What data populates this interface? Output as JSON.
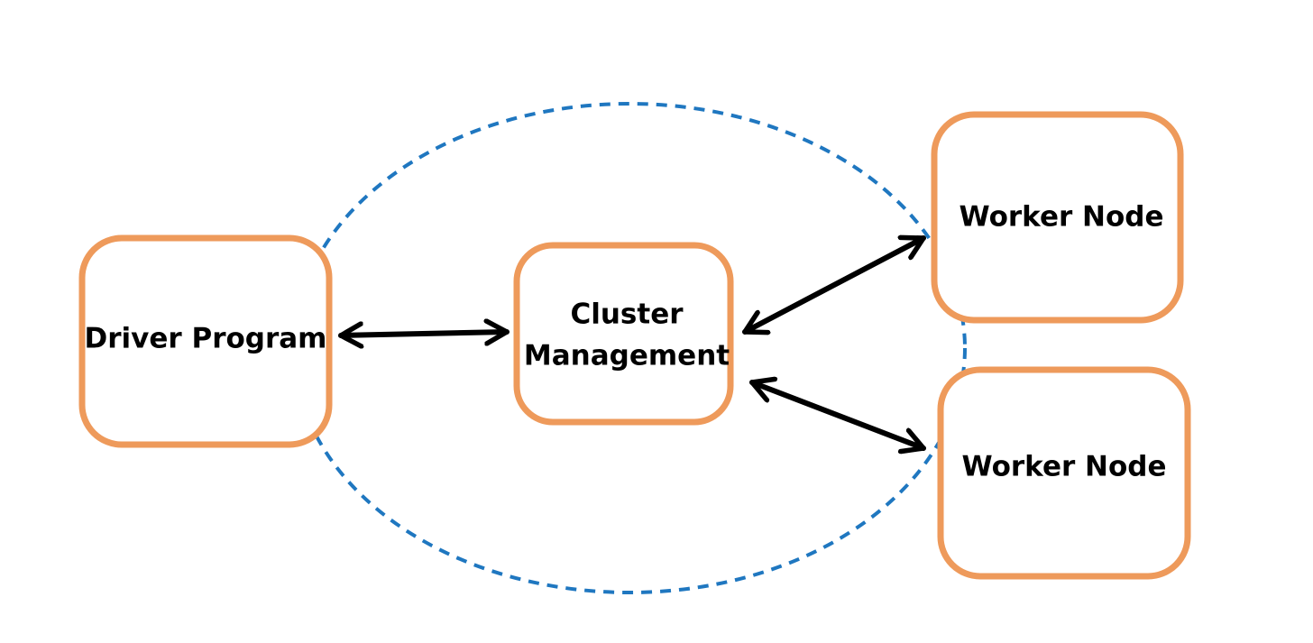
{
  "colors": {
    "box_stroke": "#EE9A5B",
    "ellipse_stroke": "#1F77C0",
    "arrow": "#000000",
    "text": "#000000",
    "background": "#FFFFFF"
  },
  "nodes": {
    "driver": {
      "label": "Driver Program"
    },
    "cluster": {
      "line1": "Cluster",
      "line2": "Management"
    },
    "worker_top": {
      "label": "Worker Node"
    },
    "worker_bottom": {
      "label": "Worker Node"
    }
  },
  "connections": [
    {
      "from": "driver",
      "to": "cluster",
      "direction": "bidirectional"
    },
    {
      "from": "cluster",
      "to": "worker_top",
      "direction": "bidirectional"
    },
    {
      "from": "cluster",
      "to": "worker_bottom",
      "direction": "bidirectional"
    }
  ],
  "boundary": {
    "shape": "ellipse",
    "style": "dashed"
  }
}
